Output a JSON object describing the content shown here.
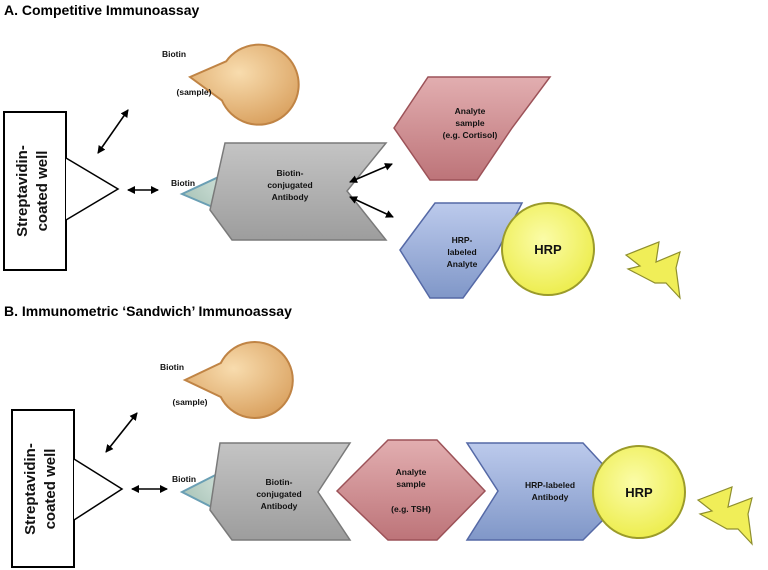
{
  "section_a": {
    "title": "A. Competitive Immunoassay",
    "well_line1": "Streptavidin-",
    "well_line2": "coated well",
    "biotin_sample_top": "Biotin",
    "biotin_sample_bottom": "(sample)",
    "biotin": "Biotin",
    "antibody_line1": "Biotin-",
    "antibody_line2": "conjugated",
    "antibody_line3": "Antibody",
    "analyte_line1": "Analyte",
    "analyte_line2": "sample",
    "analyte_line3": "(e.g. Cortisol)",
    "hrp_analyte_line1": "HRP-",
    "hrp_analyte_line2": "labeled",
    "hrp_analyte_line3": "Analyte",
    "hrp": "HRP"
  },
  "section_b": {
    "title": "B. Immunometric ‘Sandwich’ Immunoassay",
    "well_line1": "Streptavidin-",
    "well_line2": "coated well",
    "biotin_sample_top": "Biotin",
    "biotin_sample_bottom": "(sample)",
    "biotin": "Biotin",
    "antibody_line1": "Biotin-",
    "antibody_line2": "conjugated",
    "antibody_line3": "Antibody",
    "analyte_line1": "Analyte",
    "analyte_line2": "sample",
    "analyte_line3": "(e.g. TSH)",
    "hrp_antibody_line1": "HRP-labeled",
    "hrp_antibody_line2": "Antibody",
    "hrp": "HRP"
  },
  "colors": {
    "biotin_sample": "#e9b877",
    "biotin": "#b9d1c5",
    "antibody": "#ababab",
    "analyte": "#cc8a8e",
    "hrp_labeled": "#9aaed8",
    "hrp": "#f4f56a",
    "lightning": "#f0ee58"
  }
}
